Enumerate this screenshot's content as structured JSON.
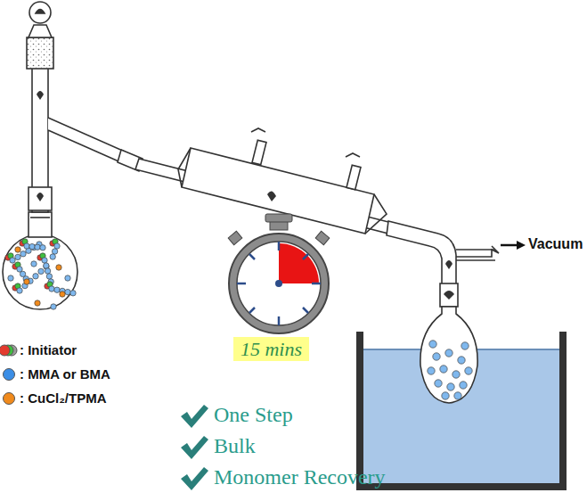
{
  "diagram": {
    "nodes": [
      {
        "text": [
          "15 mins"
        ]
      }
    ],
    "labels": [
      "Vacuum",
      "One Step",
      "Bulk",
      "Monomer Recovery"
    ],
    "legend": [
      {
        "text": ": Initiator"
      },
      {
        "text": ": MMA or BMA",
        "color": "#3b8ee6"
      },
      {
        "text": ": CuCl₂/TPMA",
        "color": "#f08a1c"
      }
    ]
  }
}
